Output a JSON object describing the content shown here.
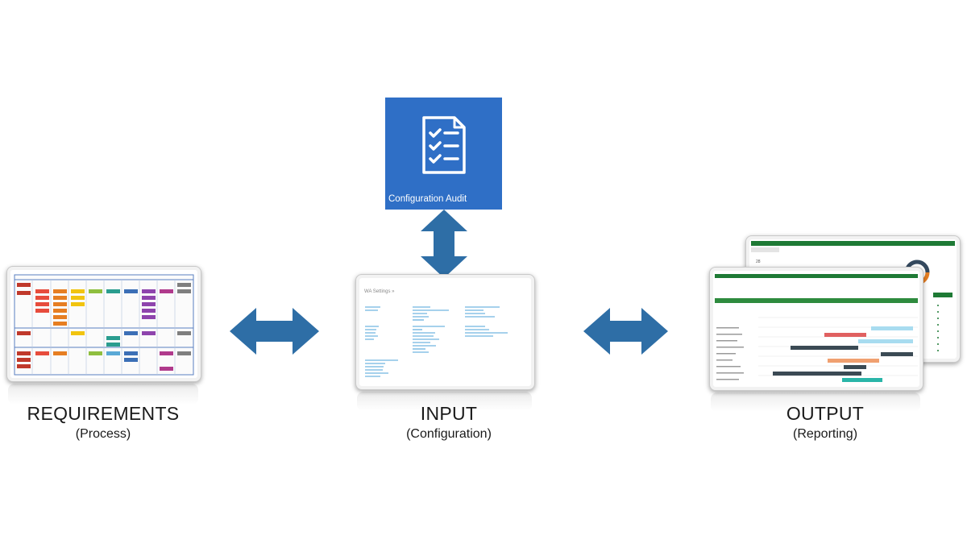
{
  "audit": {
    "label": "Configuration Audit",
    "icon": "checklist-icon",
    "color": "#2f6fc6"
  },
  "arrows": {
    "color": "#2e6ea6"
  },
  "requirements": {
    "title": "REQUIREMENTS",
    "subtitle": "(Process)"
  },
  "input": {
    "title": "INPUT",
    "subtitle": "(Configuration)",
    "settings_title": "WA Settings »"
  },
  "output": {
    "title": "OUTPUT",
    "subtitle": "(Reporting)",
    "project_count": "28"
  }
}
